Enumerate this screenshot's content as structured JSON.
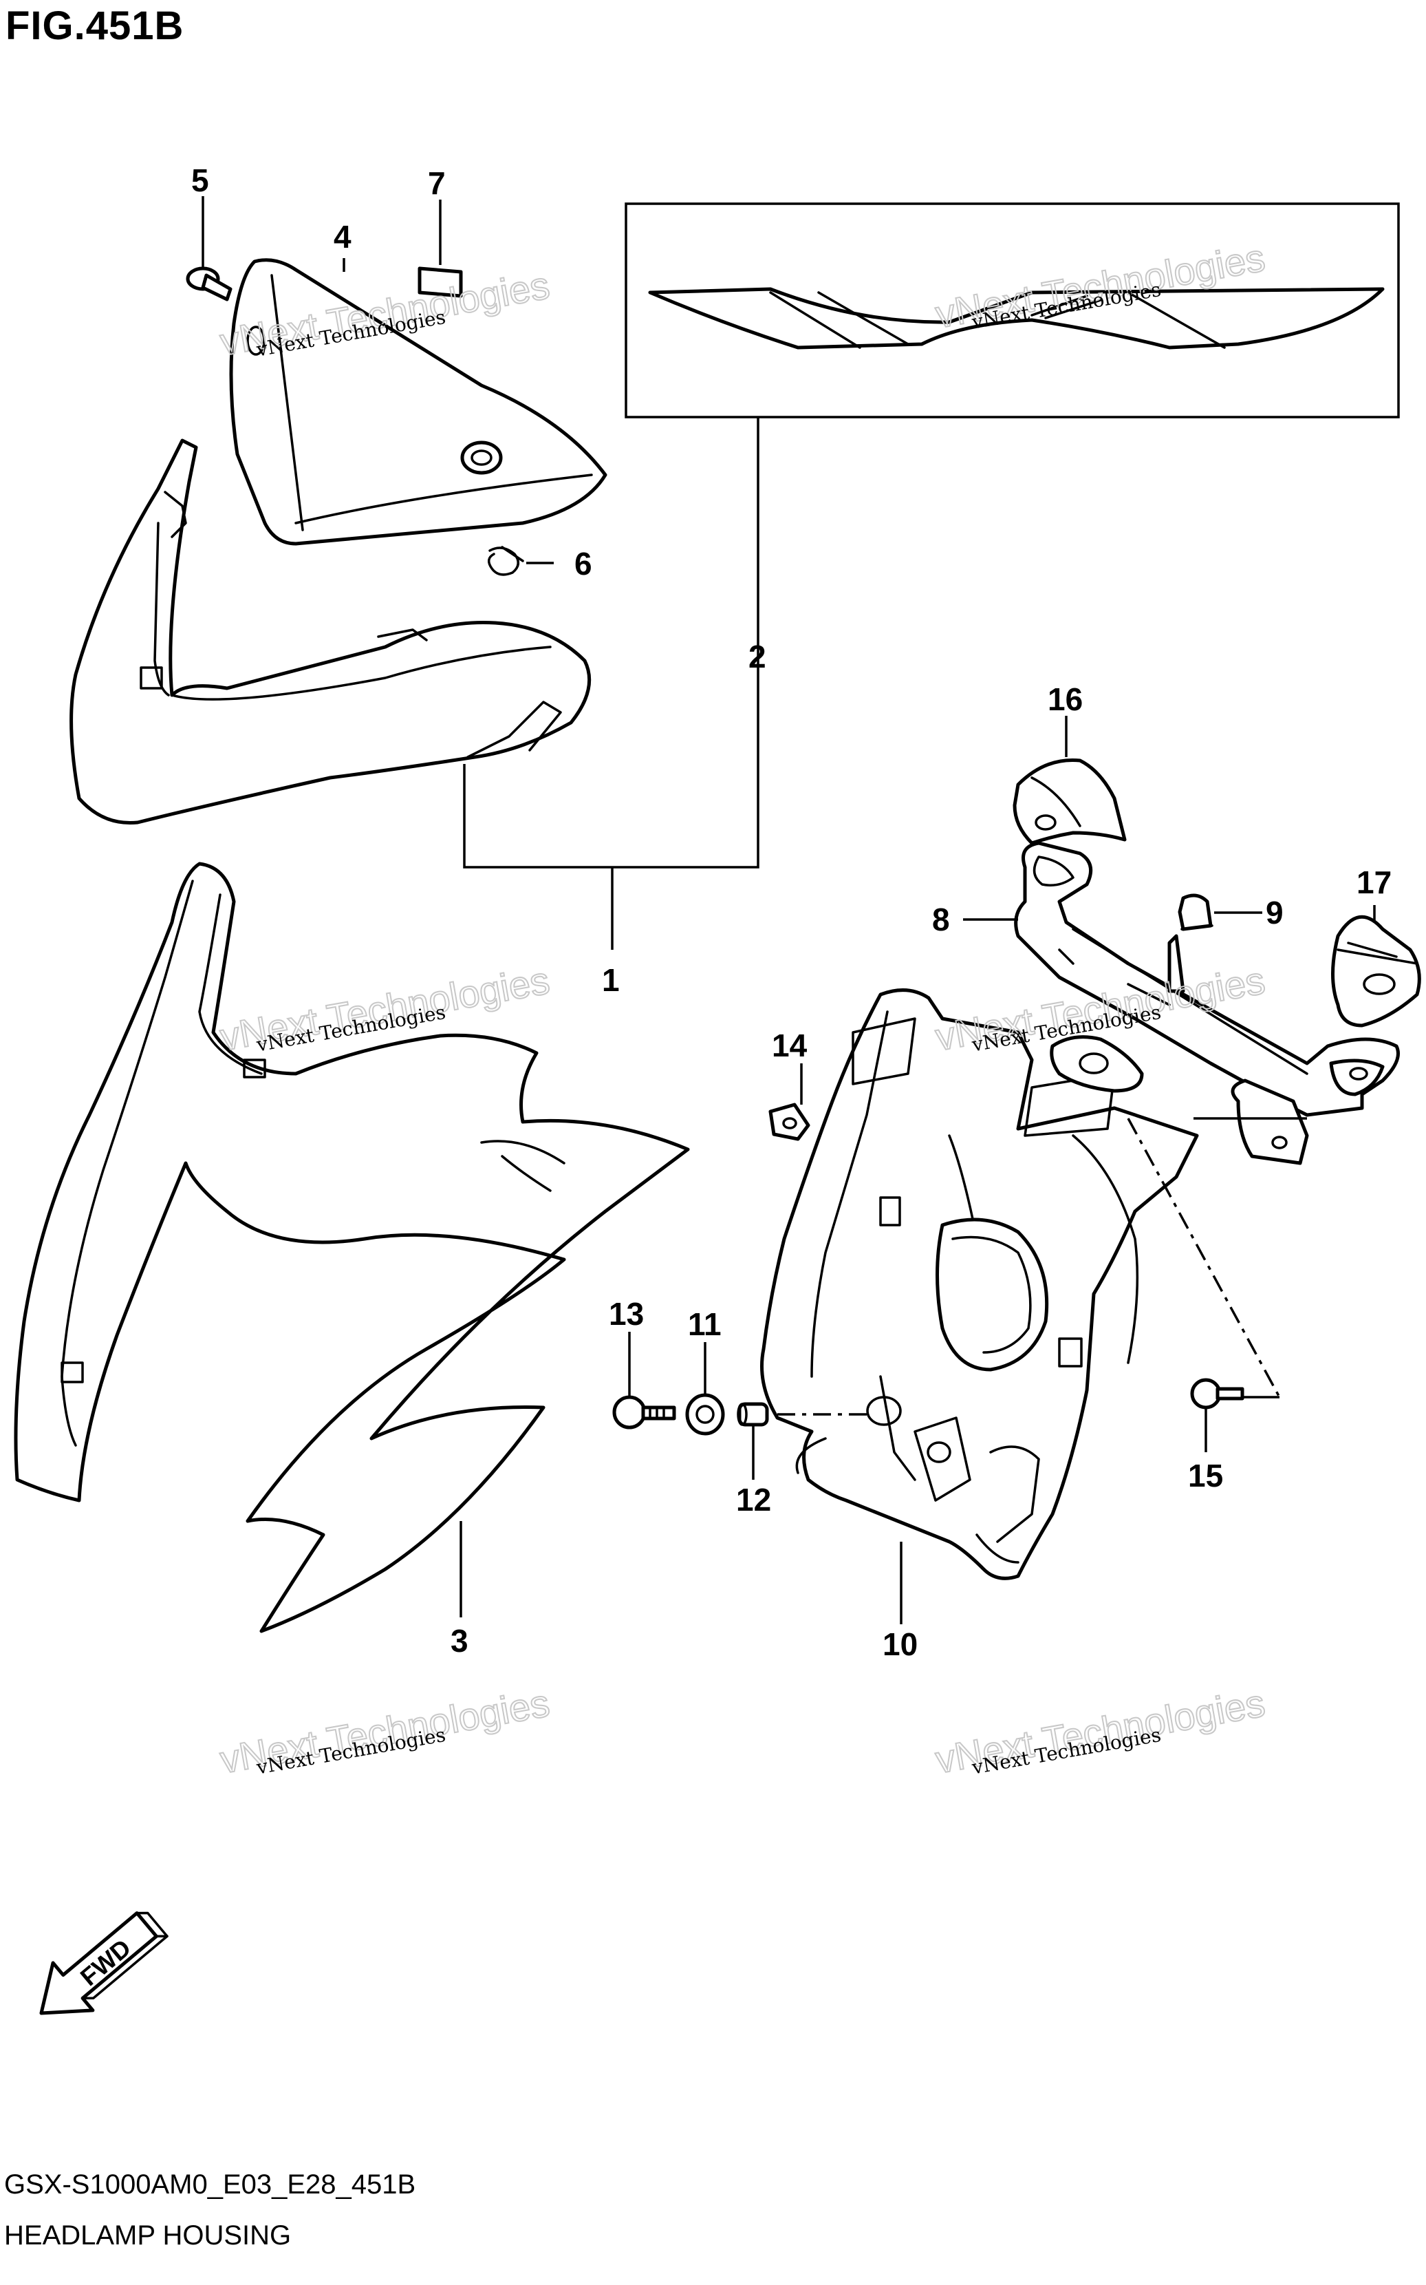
{
  "figure": {
    "title": "FIG.451B",
    "code": "GSX-S1000AM0_E03_E28_451B",
    "name": "HEADLAMP HOUSING"
  },
  "callouts": [
    "1",
    "2",
    "3",
    "4",
    "5",
    "6",
    "7",
    "8",
    "9",
    "10",
    "11",
    "12",
    "13",
    "14",
    "15",
    "16",
    "17"
  ],
  "watermark": {
    "line1": "vNext Technologies",
    "line2": "vNext\nTechnologies"
  },
  "direction_marker": "FWD"
}
